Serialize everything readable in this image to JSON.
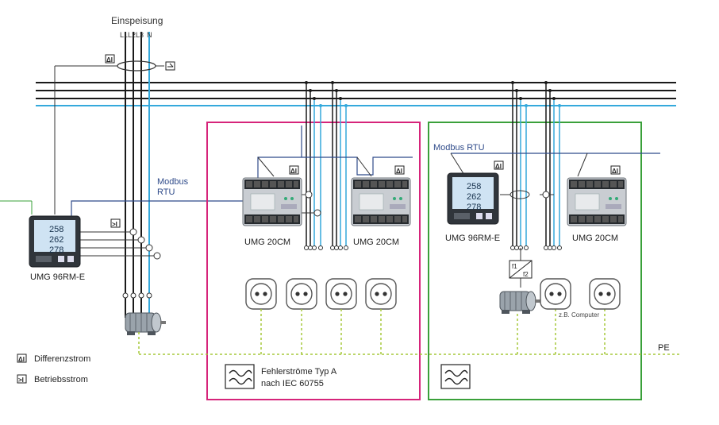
{
  "supply": {
    "title": "Einspeisung",
    "phases": [
      "L1",
      "L2",
      "L3",
      "N"
    ]
  },
  "bus_labels": {
    "left_line1": "Modbus",
    "left_line2": "RTU",
    "right": "Modbus RTU"
  },
  "devices": {
    "meter_main": "UMG 96RM-E",
    "meter_a": "UMG 20CM",
    "meter_b": "UMG 20CM",
    "meter_c": "UMG 96RM-E",
    "meter_d": "UMG 20CM",
    "display_values": [
      "258",
      "262",
      "278"
    ]
  },
  "legend": {
    "differential": "Differenzstrom",
    "operating": "Betriebsstrom"
  },
  "pe_label": "PE",
  "computer_label": "z.B. Computer",
  "fault_currents": {
    "line1": "Fehlerströme Typ A",
    "line2": "nach IEC 60755"
  },
  "fc_labels": [
    "f1",
    "f2"
  ],
  "colors": {
    "phase": "#1a1a1a",
    "neutral": "#35a9dc",
    "modbus": "#2f4b8a",
    "pe": "#a6c83a",
    "box_magenta": "#d6247a",
    "box_green": "#3aa03a"
  }
}
